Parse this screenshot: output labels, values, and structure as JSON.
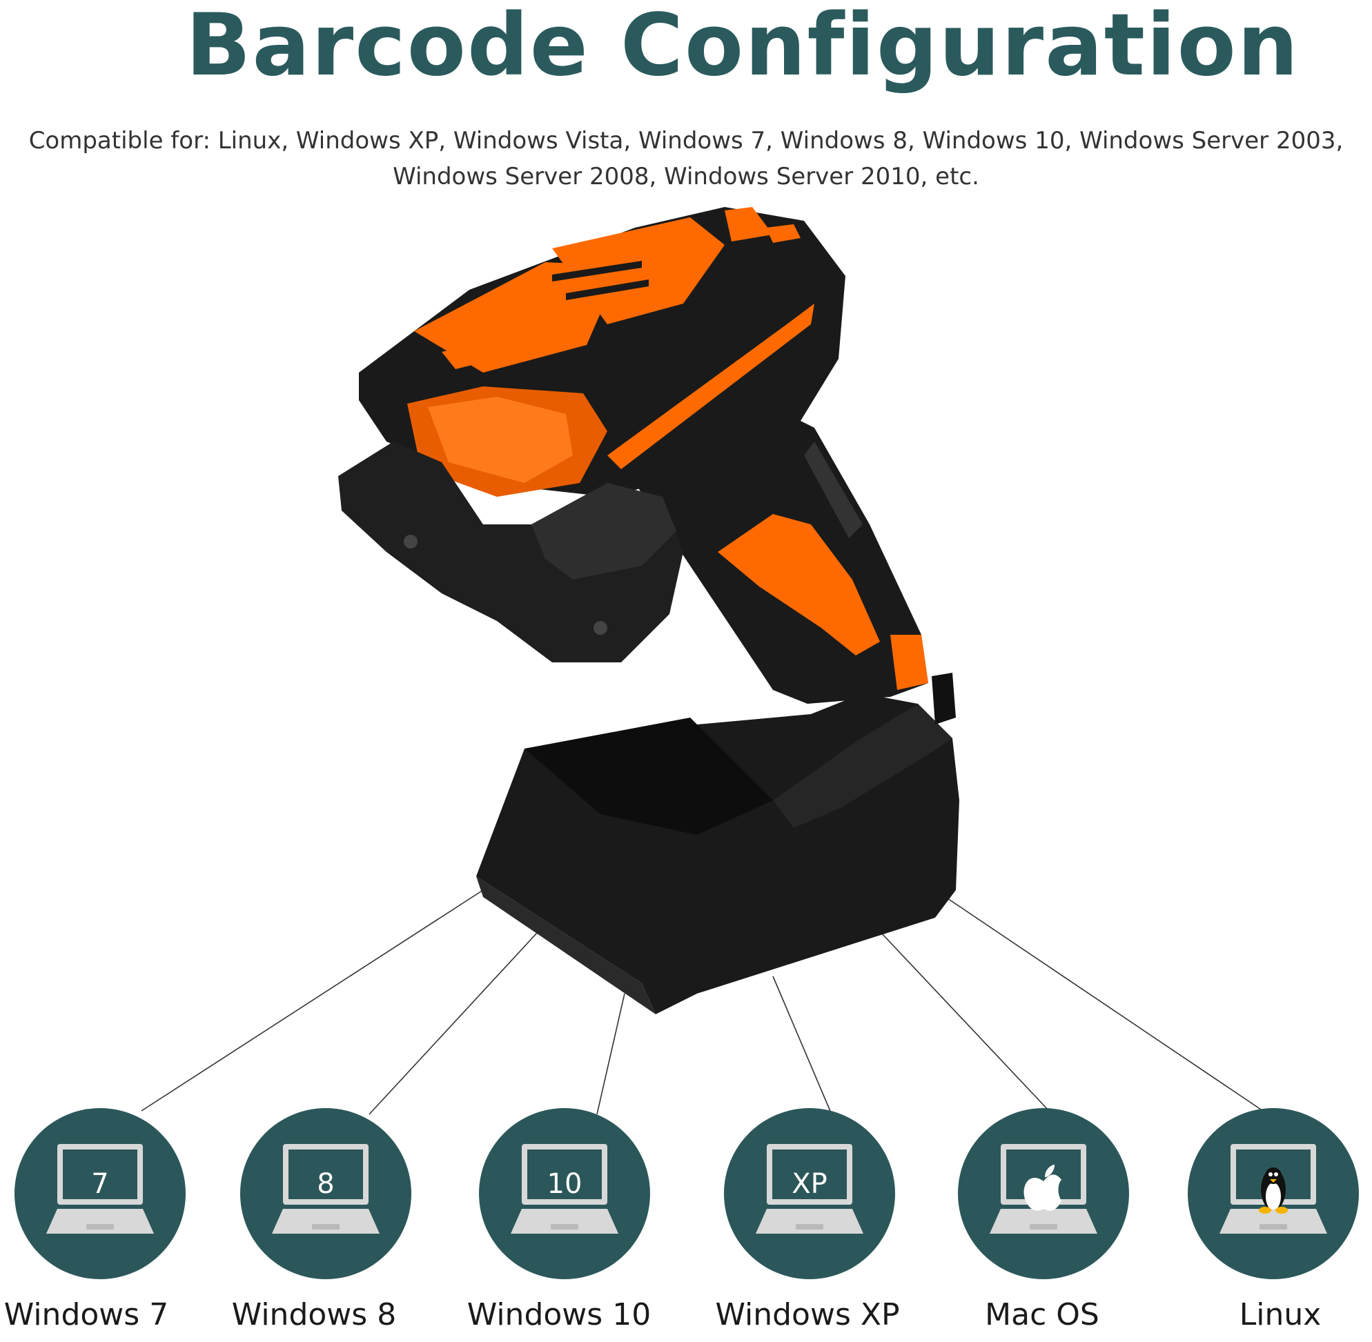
{
  "title": "Barcode Configuration",
  "compatible": {
    "line1": "Compatible for:  Linux, Windows XP, Windows Vista, Windows 7, Windows 8, Windows 10, Windows Server 2003,",
    "line2": "Windows Server 2008, Windows Server 2010, etc."
  },
  "colors": {
    "title": "#2b5a5d",
    "circle": "#2c575a",
    "laptop": "#d8d8d8",
    "screen": "#2c575a",
    "scanner_body": "#1a1a1a",
    "scanner_accent": "#ff6a00"
  },
  "os_items": [
    {
      "label": "Windows 7",
      "screen_text": "7",
      "icon": "laptop-icon"
    },
    {
      "label": "Windows 8",
      "screen_text": "8",
      "icon": "laptop-icon"
    },
    {
      "label": "Windows 10",
      "screen_text": "10",
      "icon": "laptop-icon"
    },
    {
      "label": "Windows XP",
      "screen_text": "XP",
      "icon": "laptop-icon"
    },
    {
      "label": "Mac OS",
      "screen_text": "",
      "icon": "apple-icon"
    },
    {
      "label": "Linux",
      "screen_text": "",
      "icon": "penguin-icon"
    }
  ]
}
